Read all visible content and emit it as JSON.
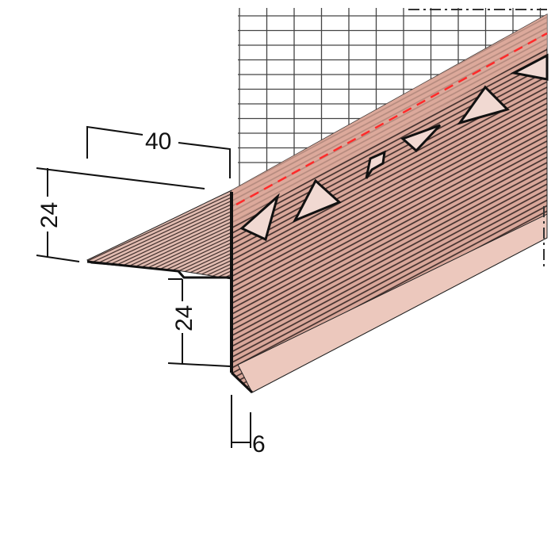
{
  "dimensions": {
    "flange_width": "40",
    "flange_height": "24",
    "face_height": "24",
    "drip_offset": "6"
  },
  "colors": {
    "profile": "#d9a79a",
    "profile_dark": "#2a1f1d",
    "mesh": "#444444",
    "guide_line": "#ff2a2a"
  }
}
